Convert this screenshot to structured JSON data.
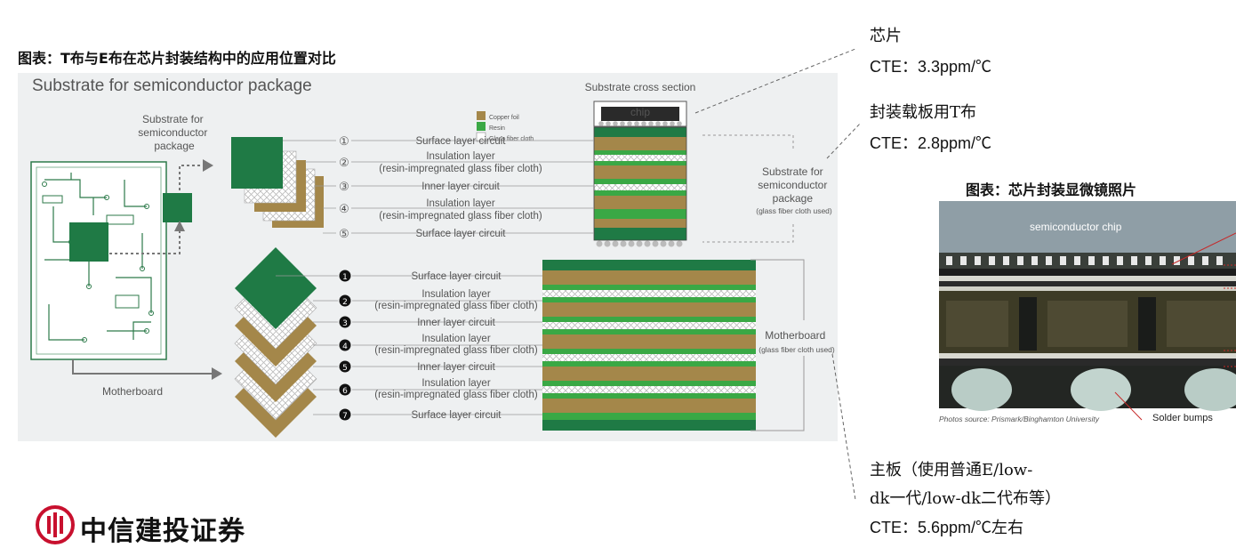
{
  "figure_title": "图表：T布与E布在芯片封装结构中的应用位置对比",
  "photo_title": "图表：芯片封装显微镜照片",
  "diagram": {
    "title": "Substrate for semiconductor package",
    "legend": [
      "Copper foil",
      "Resin",
      "Glass fiber cloth"
    ],
    "legend_colors": [
      "#a4874a",
      "#3aa845",
      "#ffffff"
    ],
    "cross_section_title": "Substrate cross section",
    "chip_label": "chip",
    "left_label_package": [
      "Substrate for",
      "semiconductor",
      "package"
    ],
    "left_label_motherboard": "Motherboard",
    "package_layers": [
      {
        "num": "①",
        "lines": [
          "Surface layer circuit"
        ]
      },
      {
        "num": "②",
        "lines": [
          "Insulation layer",
          "(resin-impregnated glass fiber cloth)"
        ]
      },
      {
        "num": "③",
        "lines": [
          "Inner layer circuit"
        ]
      },
      {
        "num": "④",
        "lines": [
          "Insulation layer",
          "(resin-impregnated glass fiber cloth)"
        ]
      },
      {
        "num": "⑤",
        "lines": [
          "Surface layer circuit"
        ]
      }
    ],
    "motherboard_layers": [
      {
        "num": "1",
        "lines": [
          "Surface layer circuit"
        ]
      },
      {
        "num": "2",
        "lines": [
          "Insulation layer",
          "(resin-impregnated glass fiber cloth)"
        ]
      },
      {
        "num": "3",
        "lines": [
          "Inner layer circuit"
        ]
      },
      {
        "num": "4",
        "lines": [
          "Insulation layer",
          "(resin-impregnated glass fiber cloth)"
        ]
      },
      {
        "num": "5",
        "lines": [
          "Inner layer circuit"
        ]
      },
      {
        "num": "6",
        "lines": [
          "Insulation layer",
          "(resin-impregnated glass fiber cloth)"
        ]
      },
      {
        "num": "7",
        "lines": [
          "Surface layer circuit"
        ]
      }
    ],
    "right_label_package": [
      "Substrate for",
      "semiconductor",
      "package",
      "(glass fiber cloth used)"
    ],
    "right_label_motherboard": [
      "Motherboard",
      "(glass fiber cloth used)"
    ]
  },
  "annotations": {
    "chip_name": "芯片",
    "chip_cte": "CTE：3.3ppm/℃",
    "substrate_name": "封装载板用T布",
    "substrate_cte": "CTE：2.8ppm/℃",
    "mb_line1": "主板（使用普通E/low-",
    "mb_line2": "dk一代/low-dk二代布等）",
    "mb_cte": "CTE：5.6ppm/℃左右"
  },
  "photo": {
    "chip_label": "semiconductor chip",
    "source": "Photos source: Prismark/Binghamton University",
    "bumps_label": "Solder bumps"
  },
  "logo": {
    "text": "中信建投证券"
  }
}
